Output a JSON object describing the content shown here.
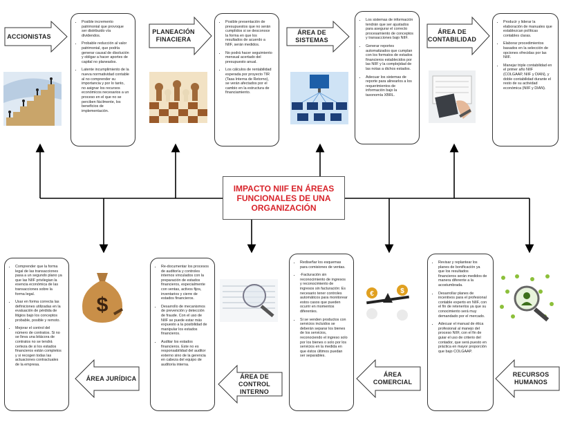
{
  "center_title": "IMPACTO NIIF EN ÁREAS FUNCIONALES DE UNA ORGANIZACIÓN",
  "top": [
    {
      "label": "ACCIONISTAS",
      "items": [
        "Posible incremento patrimonial que provoque ser distribuido vía dividendos.",
        "Probable reducción al valor patrimonial, que podría generar causal de disolución y obligar a hacer aportes de capital no planeados.",
        "Latente incumplimiento de la nueva normatividad contable al no comprender su importancia y por lo tanto, no asignar los recursos económicos necesarios a un proceso en el que no se perciben fácilmente, los beneficios de implementación."
      ]
    },
    {
      "label": "PLANEACIÓN FINACIERA",
      "items": [
        "Posible presentación de presupuestos que no serán cumplidos si se desconoce la forma en que los resultados de acuerdo a NIIF, serán medidos.",
        "No podrá hacer seguimiento mensual acertado del presupuesto anual.",
        "Los cálculos de rentabilidad esperada por proyecto TIR (Tasa Interna de Retorno), se verán afectados por el cambio en la estructura de financiamiento."
      ]
    },
    {
      "label": "ÁREA DE SISTEMAS",
      "items": [
        "Los sistemas de información tendrán que ser ajustados para asegurar el correcto procesamiento de conceptos y transacciones bajo NIIF.",
        "Generar reportes automatizados que cumplan con los formatos de estados financieros establecidos por las NIIF y la complejidad de las notas a dichos estados.",
        "Adecuar los sistemas de reporte para alinearlos a los requerimientos de información bajo la taxonomía XBRL."
      ]
    },
    {
      "label": "ÁREA DE CONTABILIDAD",
      "items": [
        "Producir y liderar la elaboración de manuales que establezcan políticas contables claras.",
        "Elaborar procedimientos basados en la selección de opciones ofrecidas por las NIIF.",
        "Manejar triple contabilidad en el primer año NIIF (COLGAAP, NIIF y DIAN), y doble contabilidad durante el resto de su actividad económica (NIIF y DIAN)."
      ]
    }
  ],
  "bottom": [
    {
      "label": "ÁREA JURÍDICA",
      "items": [
        "Comprender que la forma legal de las transacciones pasa a un segundo plano ya que las NIIF privilegian la esencia económica de las transacciones sobre la forma legal.",
        "Usar en forma correcta las definiciones utilizadas en la evaluación de pérdida de litigios bajo los conceptos probable, posible y remoto.",
        "Mejorar el control del número de contratos. Si no se lleva una bitácora de contratos no se tendrá certeza de si los estados financieros están completos y si recogen todas las actuaciones contractuales de la empresa."
      ]
    },
    {
      "label": "ÁREA DE CONTROL INTERNO",
      "items": [
        "Re-documentar los procesos de auditoría y controles internos vinculados con la preparación de estados financieros, especialmente con ventas, activos fijos, inventarios y cierre de estados financieros.",
        "Desarrollo de mecanismos de prevención y detección de fraude. Con el uso de NIIF se puede estar más expuesto a la posibilidad de manipular los estados financieros.",
        "Auditar los estados financieros. Este no es responsabilidad del auditor externo sino de la gerencia en cabeza del equipo de auditoría interna."
      ]
    },
    {
      "label": "ÁREA COMERCIAL",
      "items": [
        "Rediseñar los esquemas para comisiones de ventas.",
        "-Facturación sin reconocimiento de ingresos y reconocimiento de ingresos sin facturación: Es necesario tener controles automáticos para monitorear estos casos que pueden ocurrir en momentos diferentes.",
        "Si se venden productos con servicios incluidos se deberán separar los bienes de los servicios, reconociendo el ingreso solo por los bienes o solo por los servicios en la medida en que éstos últimos puedan ser separables."
      ]
    },
    {
      "label": "RECURSOS HUMANOS",
      "items": [
        "Revisar y replantear los planes de bonificación ya que los resultados financieros serán medidos de manera diferente a la acostumbrada.",
        "Desarrollar planes de incentivos para el profesional contable experto en NIIF, con el fin de retenerlos ya que su conocimiento será muy demandado por el mercado.",
        "Adecuar el manual de ética profesional al manejo del proceso NIIF, con el fin de guiar el uso de criterio del contador, que será puesto en práctica en mayor proporción que bajo COLGAAP."
      ]
    }
  ],
  "colors": {
    "title": "#d8232a",
    "line": "#000000"
  }
}
